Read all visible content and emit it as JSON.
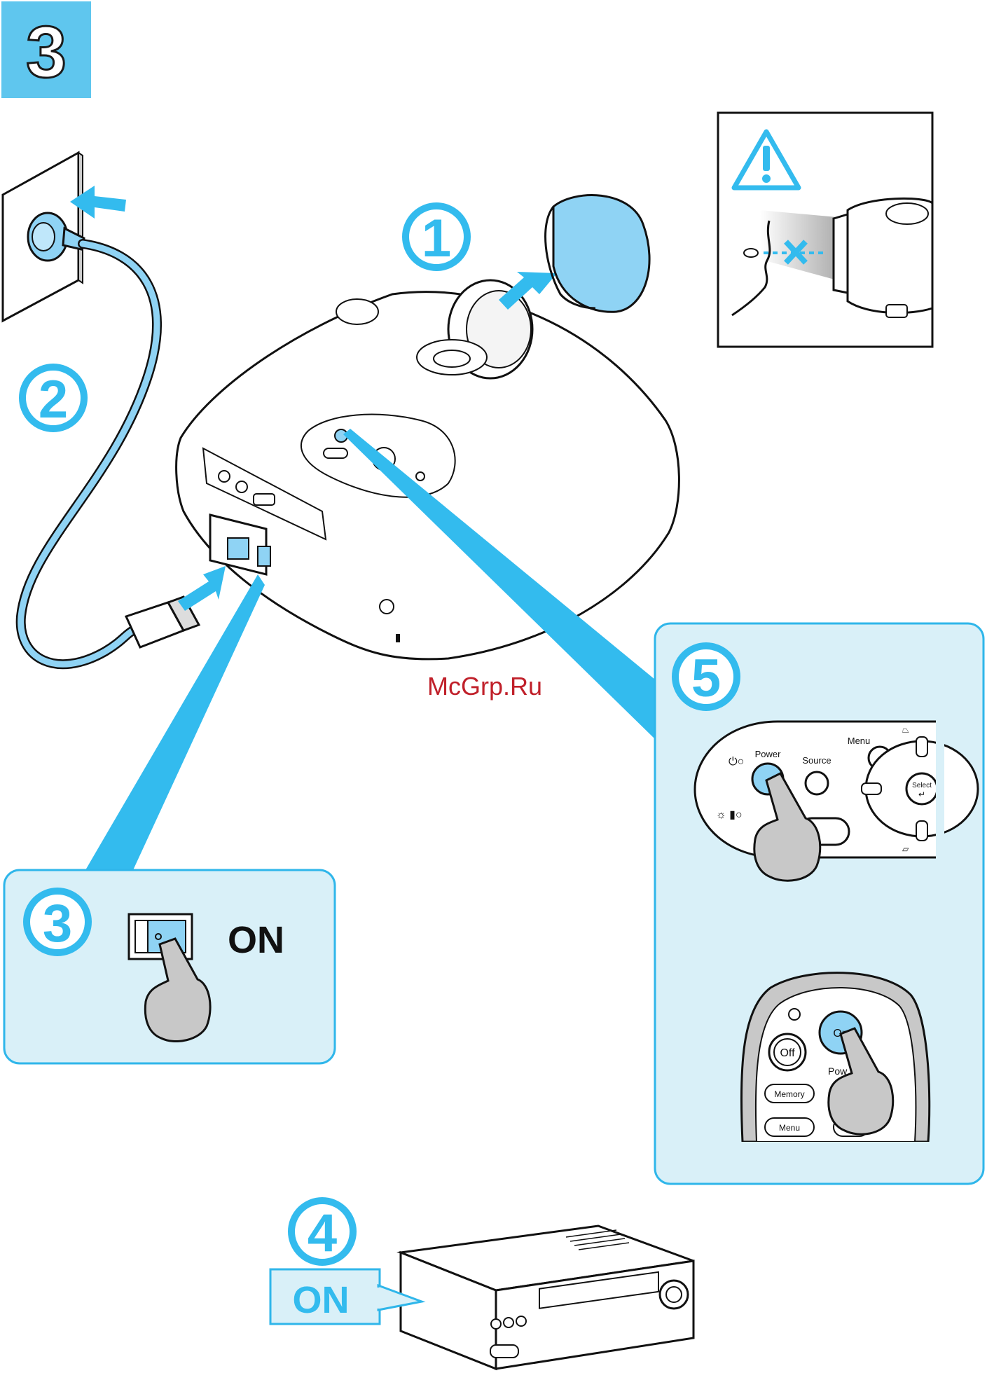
{
  "step_badge": {
    "number": "3"
  },
  "steps": {
    "remove_cap": "1",
    "plug_cord": "2",
    "main_switch": "3",
    "source_device": "4",
    "power_on": "5"
  },
  "switch_panel": {
    "state_label": "ON"
  },
  "source_callout": {
    "label": "ON"
  },
  "control_panel": {
    "power_label": "Power",
    "source_label": "Source",
    "menu_label": "Menu",
    "select_label": "Select"
  },
  "remote": {
    "on_label": "On",
    "off_label": "Off",
    "power_label": "Pow",
    "memory_label": "Memory",
    "menu_label": "Menu"
  },
  "watermark": {
    "text": "McGrp.Ru"
  },
  "colors": {
    "accent": "#33bbee",
    "panel_fill": "#d9f0f8",
    "panel_border": "#2fb6ea",
    "badge_fill": "#5fc6ee",
    "watermark": "#c0202a"
  }
}
